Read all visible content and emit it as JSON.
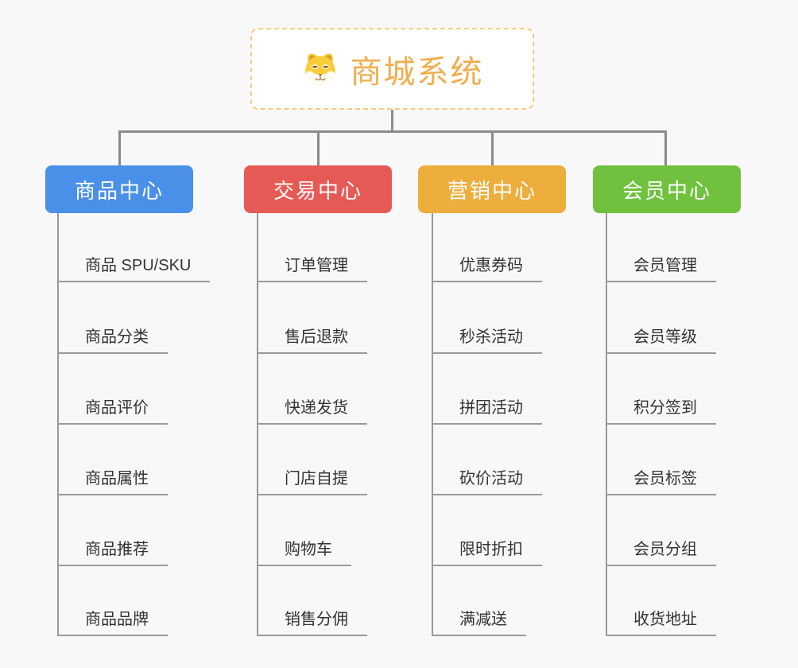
{
  "root": {
    "title": "商城系统",
    "icon": "dog-face-icon"
  },
  "colors": {
    "background": "#f8f8f8",
    "root_accent": "#f0ae4e",
    "root_border": "#f8ca80",
    "connector": "#8b8b8b",
    "leaf_line": "#9a9a9a",
    "leaf_text": "#333333",
    "branch_product": "#4b90e8",
    "branch_trade": "#e65a55",
    "branch_marketing": "#edae3d",
    "branch_member": "#70c13e"
  },
  "branches": [
    {
      "label": "商品中心",
      "color": "#4b90e8",
      "items": [
        "商品 SPU/SKU",
        "商品分类",
        "商品评价",
        "商品属性",
        "商品推荐",
        "商品品牌"
      ]
    },
    {
      "label": "交易中心",
      "color": "#e65a55",
      "items": [
        "订单管理",
        "售后退款",
        "快递发货",
        "门店自提",
        "购物车",
        "销售分佣"
      ]
    },
    {
      "label": "营销中心",
      "color": "#edae3d",
      "items": [
        "优惠券码",
        "秒杀活动",
        "拼团活动",
        "砍价活动",
        "限时折扣",
        "满减送"
      ]
    },
    {
      "label": "会员中心",
      "color": "#70c13e",
      "items": [
        "会员管理",
        "会员等级",
        "积分签到",
        "会员标签",
        "会员分组",
        "收货地址"
      ]
    }
  ]
}
